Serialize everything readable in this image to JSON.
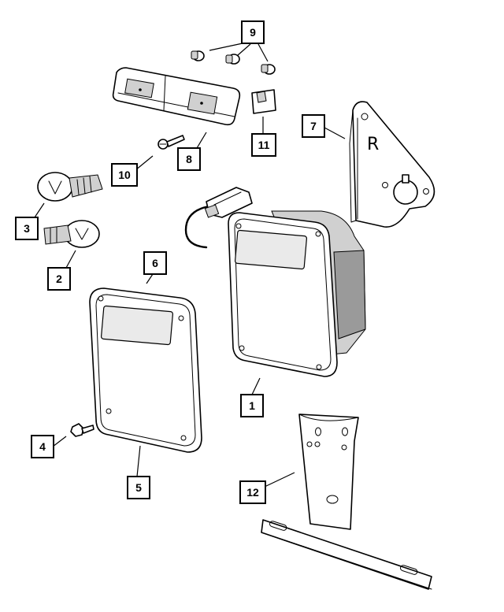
{
  "diagram": {
    "callouts": [
      {
        "id": "1",
        "label": "1"
      },
      {
        "id": "2",
        "label": "2"
      },
      {
        "id": "3",
        "label": "3"
      },
      {
        "id": "4",
        "label": "4"
      },
      {
        "id": "5",
        "label": "5"
      },
      {
        "id": "6",
        "label": "6"
      },
      {
        "id": "7",
        "label": "7"
      },
      {
        "id": "8",
        "label": "8"
      },
      {
        "id": "9",
        "label": "9"
      },
      {
        "id": "10",
        "label": "10"
      },
      {
        "id": "11",
        "label": "11"
      },
      {
        "id": "12",
        "label": "12"
      }
    ],
    "bracket_mark": "R"
  }
}
